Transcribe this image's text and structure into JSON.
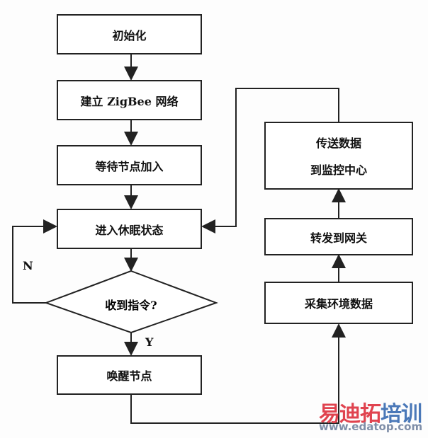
{
  "nodes": {
    "init": "初始化",
    "build_net": "建立 ZigBee 网络",
    "wait_join": "等待节点加入",
    "sleep": "进入休眠状态",
    "decision": "收到指令?",
    "wake": "唤醒节点",
    "collect": "采集环境数据",
    "forward": "转发到网关",
    "send_line1": "传送数据",
    "send_line2": "到监控中心"
  },
  "labels": {
    "no": "N",
    "yes": "Y"
  },
  "watermark": {
    "part1": "易迪拓",
    "part2": "培训",
    "url": "www.edatop.com",
    "color1": "#e0434f",
    "color2": "#4a78b8"
  }
}
